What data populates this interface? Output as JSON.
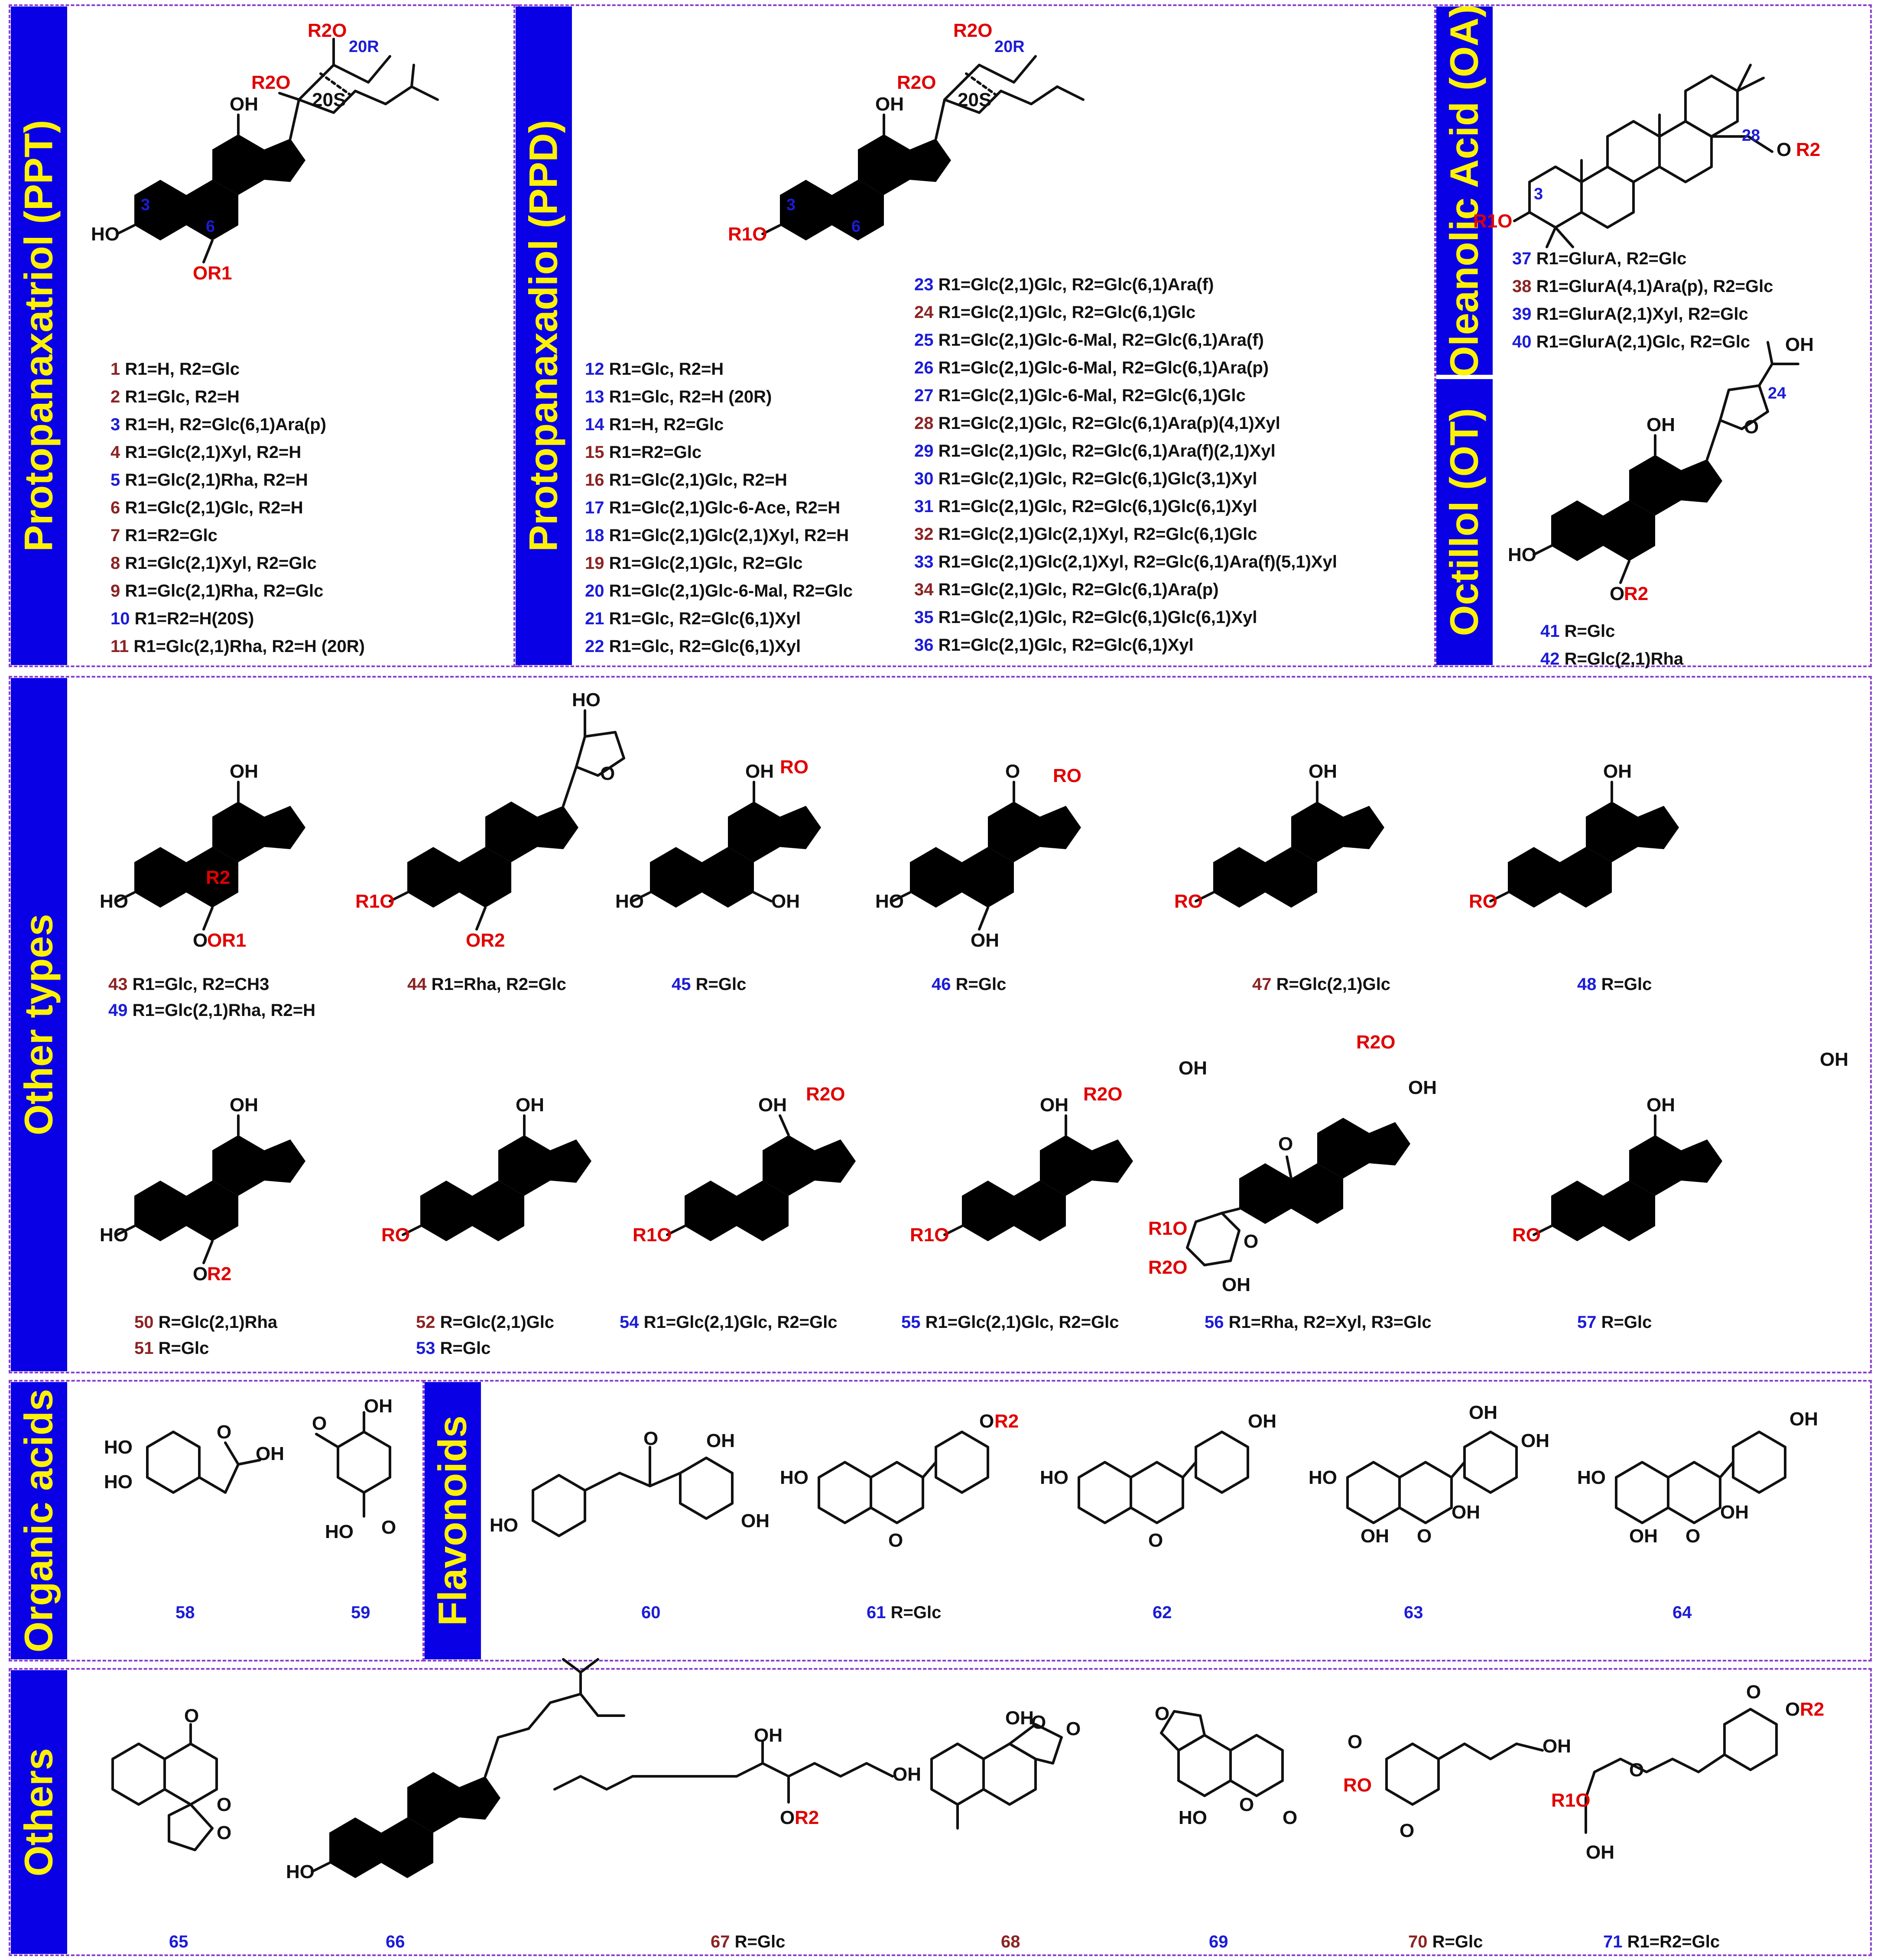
{
  "sections": {
    "ppt": "Protopanaxatriol (PPT)",
    "ppd": "Protopanaxadiol (PPD)",
    "oa": "Oleanolic Acid (OA)",
    "ot": "Octillol (OT)",
    "other": "Other types",
    "organic": "Organic acids",
    "flav": "Flavonoids",
    "others": "Others"
  },
  "struct_labels": {
    "oh": "OH",
    "ho": "HO",
    "o": "O",
    "or": "OR",
    "r1o": "R1O",
    "r2o": "R2O",
    "or1": "OR1",
    "or2": "OR2",
    "ro": "RO",
    "r2": "R2",
    "c20s": "20S",
    "c20r": "20R",
    "c3": "3",
    "c6": "6",
    "c28": "28",
    "c24": "24",
    "or2b": "OR2"
  },
  "ppt_list": [
    {
      "n": "1",
      "c": "r",
      "t": "R1=H, R2=Glc"
    },
    {
      "n": "2",
      "c": "r",
      "t": "R1=Glc, R2=H"
    },
    {
      "n": "3",
      "c": "b",
      "t": "R1=H, R2=Glc(6,1)Ara(p)"
    },
    {
      "n": "4",
      "c": "r",
      "t": "R1=Glc(2,1)Xyl, R2=H"
    },
    {
      "n": "5",
      "c": "b",
      "t": "R1=Glc(2,1)Rha, R2=H"
    },
    {
      "n": "6",
      "c": "r",
      "t": "R1=Glc(2,1)Glc, R2=H"
    },
    {
      "n": "7",
      "c": "r",
      "t": "R1=R2=Glc"
    },
    {
      "n": "8",
      "c": "r",
      "t": "R1=Glc(2,1)Xyl, R2=Glc"
    },
    {
      "n": "9",
      "c": "r",
      "t": "R1=Glc(2,1)Rha, R2=Glc"
    },
    {
      "n": "10",
      "c": "b",
      "t": "R1=R2=H(20S)"
    },
    {
      "n": "11",
      "c": "r",
      "t": "R1=Glc(2,1)Rha, R2=H (20R)"
    }
  ],
  "ppd_list_a": [
    {
      "n": "12",
      "c": "b",
      "t": "R1=Glc, R2=H"
    },
    {
      "n": "13",
      "c": "b",
      "t": "R1=Glc, R2=H (20R)"
    },
    {
      "n": "14",
      "c": "b",
      "t": "R1=H, R2=Glc"
    },
    {
      "n": "15",
      "c": "r",
      "t": "R1=R2=Glc"
    },
    {
      "n": "16",
      "c": "r",
      "t": "R1=Glc(2,1)Glc, R2=H"
    },
    {
      "n": "17",
      "c": "b",
      "t": "R1=Glc(2,1)Glc-6-Ace, R2=H"
    },
    {
      "n": "18",
      "c": "b",
      "t": "R1=Glc(2,1)Glc(2,1)Xyl, R2=H"
    },
    {
      "n": "19",
      "c": "r",
      "t": "R1=Glc(2,1)Glc, R2=Glc"
    },
    {
      "n": "20",
      "c": "b",
      "t": "R1=Glc(2,1)Glc-6-Mal, R2=Glc"
    },
    {
      "n": "21",
      "c": "b",
      "t": "R1=Glc, R2=Glc(6,1)Xyl"
    },
    {
      "n": "22",
      "c": "b",
      "t": "R1=Glc, R2=Glc(6,1)Xyl"
    }
  ],
  "ppd_list_b": [
    {
      "n": "23",
      "c": "b",
      "t": "R1=Glc(2,1)Glc, R2=Glc(6,1)Ara(f)"
    },
    {
      "n": "24",
      "c": "r",
      "t": "R1=Glc(2,1)Glc, R2=Glc(6,1)Glc"
    },
    {
      "n": "25",
      "c": "b",
      "t": "R1=Glc(2,1)Glc-6-Mal, R2=Glc(6,1)Ara(f)"
    },
    {
      "n": "26",
      "c": "b",
      "t": "R1=Glc(2,1)Glc-6-Mal, R2=Glc(6,1)Ara(p)"
    },
    {
      "n": "27",
      "c": "b",
      "t": "R1=Glc(2,1)Glc-6-Mal, R2=Glc(6,1)Glc"
    },
    {
      "n": "28",
      "c": "r",
      "t": "R1=Glc(2,1)Glc, R2=Glc(6,1)Ara(p)(4,1)Xyl"
    },
    {
      "n": "29",
      "c": "b",
      "t": "R1=Glc(2,1)Glc, R2=Glc(6,1)Ara(f)(2,1)Xyl"
    },
    {
      "n": "30",
      "c": "b",
      "t": "R1=Glc(2,1)Glc, R2=Glc(6,1)Glc(3,1)Xyl"
    },
    {
      "n": "31",
      "c": "b",
      "t": "R1=Glc(2,1)Glc, R2=Glc(6,1)Glc(6,1)Xyl"
    },
    {
      "n": "32",
      "c": "r",
      "t": "R1=Glc(2,1)Glc(2,1)Xyl, R2=Glc(6,1)Glc"
    },
    {
      "n": "33",
      "c": "b",
      "t": "R1=Glc(2,1)Glc(2,1)Xyl, R2=Glc(6,1)Ara(f)(5,1)Xyl"
    },
    {
      "n": "34",
      "c": "r",
      "t": "R1=Glc(2,1)Glc, R2=Glc(6,1)Ara(p)"
    },
    {
      "n": "35",
      "c": "b",
      "t": "R1=Glc(2,1)Glc, R2=Glc(6,1)Glc(6,1)Xyl"
    },
    {
      "n": "36",
      "c": "b",
      "t": "R1=Glc(2,1)Glc, R2=Glc(6,1)Xyl"
    }
  ],
  "oa_list": [
    {
      "n": "37",
      "c": "b",
      "t": "R1=GlurA, R2=Glc"
    },
    {
      "n": "38",
      "c": "r",
      "t": "R1=GlurA(4,1)Ara(p), R2=Glc"
    },
    {
      "n": "39",
      "c": "b",
      "t": "R1=GlurA(2,1)Xyl, R2=Glc"
    },
    {
      "n": "40",
      "c": "b",
      "t": "R1=GlurA(2,1)Glc, R2=Glc"
    }
  ],
  "ot_list": [
    {
      "n": "41",
      "c": "b",
      "t": "R=Glc"
    },
    {
      "n": "42",
      "c": "b",
      "t": "R=Glc(2,1)Rha"
    }
  ],
  "other_labels": [
    {
      "n": "43",
      "c": "r",
      "t": "R1=Glc, R2=CH3"
    },
    {
      "n": "49",
      "c": "b",
      "t": "R1=Glc(2,1)Rha, R2=H"
    },
    {
      "n": "44",
      "c": "r",
      "t": "R1=Rha, R2=Glc"
    },
    {
      "n": "45",
      "c": "b",
      "t": "R=Glc"
    },
    {
      "n": "46",
      "c": "b",
      "t": "R=Glc"
    },
    {
      "n": "47",
      "c": "r",
      "t": "R=Glc(2,1)Glc"
    },
    {
      "n": "48",
      "c": "b",
      "t": "R=Glc"
    },
    {
      "n": "50",
      "c": "r",
      "t": "R=Glc(2,1)Rha"
    },
    {
      "n": "51",
      "c": "r",
      "t": "R=Glc"
    },
    {
      "n": "52",
      "c": "r",
      "t": "R=Glc(2,1)Glc"
    },
    {
      "n": "53",
      "c": "b",
      "t": "R=Glc"
    },
    {
      "n": "54",
      "c": "b",
      "t": "R1=Glc(2,1)Glc, R2=Glc"
    },
    {
      "n": "55",
      "c": "b",
      "t": "R1=Glc(2,1)Glc, R2=Glc"
    },
    {
      "n": "56",
      "c": "b",
      "t": "R1=Rha, R2=Xyl, R3=Glc"
    },
    {
      "n": "57",
      "c": "b",
      "t": "R=Glc"
    }
  ],
  "bottom_labels": [
    {
      "n": "58",
      "c": "b",
      "t": ""
    },
    {
      "n": "59",
      "c": "b",
      "t": ""
    },
    {
      "n": "60",
      "c": "b",
      "t": ""
    },
    {
      "n": "61",
      "c": "b",
      "t": "R=Glc"
    },
    {
      "n": "62",
      "c": "b",
      "t": ""
    },
    {
      "n": "63",
      "c": "b",
      "t": ""
    },
    {
      "n": "64",
      "c": "b",
      "t": ""
    },
    {
      "n": "65",
      "c": "b",
      "t": ""
    },
    {
      "n": "66",
      "c": "b",
      "t": ""
    },
    {
      "n": "67",
      "c": "r",
      "t": "R=Glc"
    },
    {
      "n": "68",
      "c": "r",
      "t": ""
    },
    {
      "n": "69",
      "c": "b",
      "t": ""
    },
    {
      "n": "70",
      "c": "r",
      "t": "R=Glc"
    },
    {
      "n": "71",
      "c": "b",
      "t": "R1=R2=Glc"
    }
  ]
}
